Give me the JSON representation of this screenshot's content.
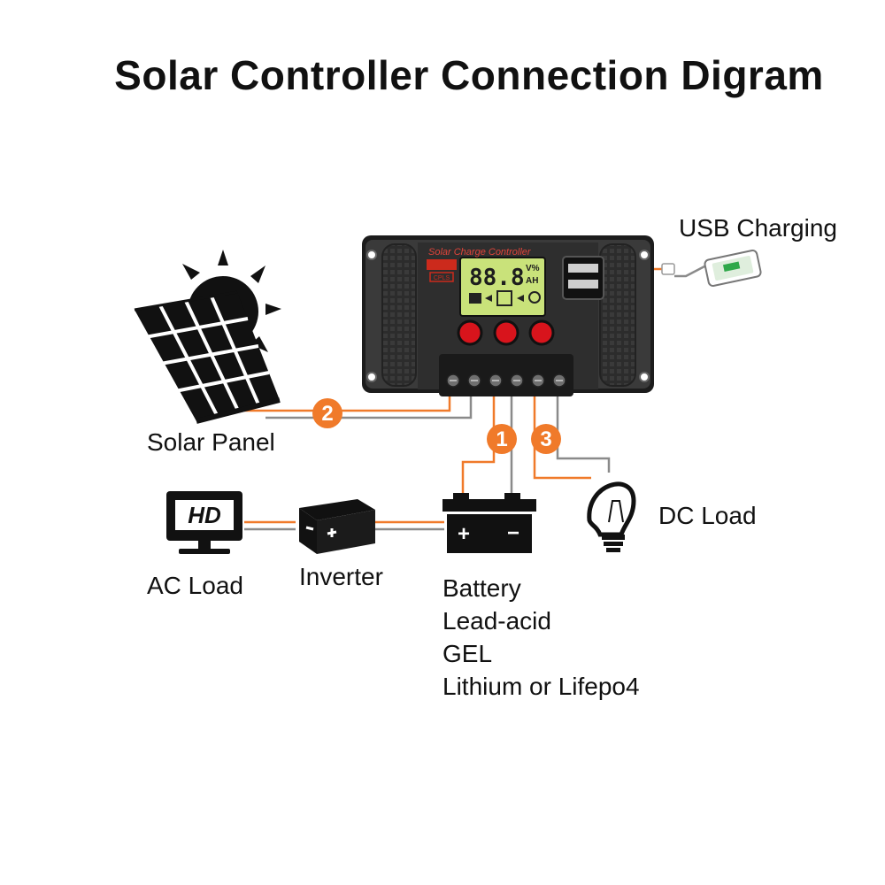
{
  "title": "Solar Controller Connection Digram",
  "labels": {
    "usb_charging": "USB Charging",
    "solar_panel": "Solar Panel",
    "dc_load": "DC Load",
    "ac_load": "AC Load",
    "inverter": "Inverter",
    "battery_types": [
      "Battery",
      "Lead-acid",
      "GEL",
      "Lithium or Lifepo4"
    ]
  },
  "controller": {
    "brand_text": "Solar Charge Controller",
    "lcd_digits": "88.8",
    "lcd_units_top": "V%",
    "lcd_units_bottom": "AH",
    "model_badge": "CPLS"
  },
  "tv": {
    "screen_text": "HD"
  },
  "battery_symbols": {
    "plus": "+",
    "minus": "−"
  },
  "inverter_symbols": {
    "minus": "−",
    "plus": "+"
  },
  "steps": [
    "1",
    "2",
    "3"
  ],
  "colors": {
    "accent": "#f07a2a",
    "wire_gray": "#8a8a8a",
    "controller_body": "#2a2a2a",
    "lcd": "#c9e27a",
    "button_red": "#d8141c"
  }
}
